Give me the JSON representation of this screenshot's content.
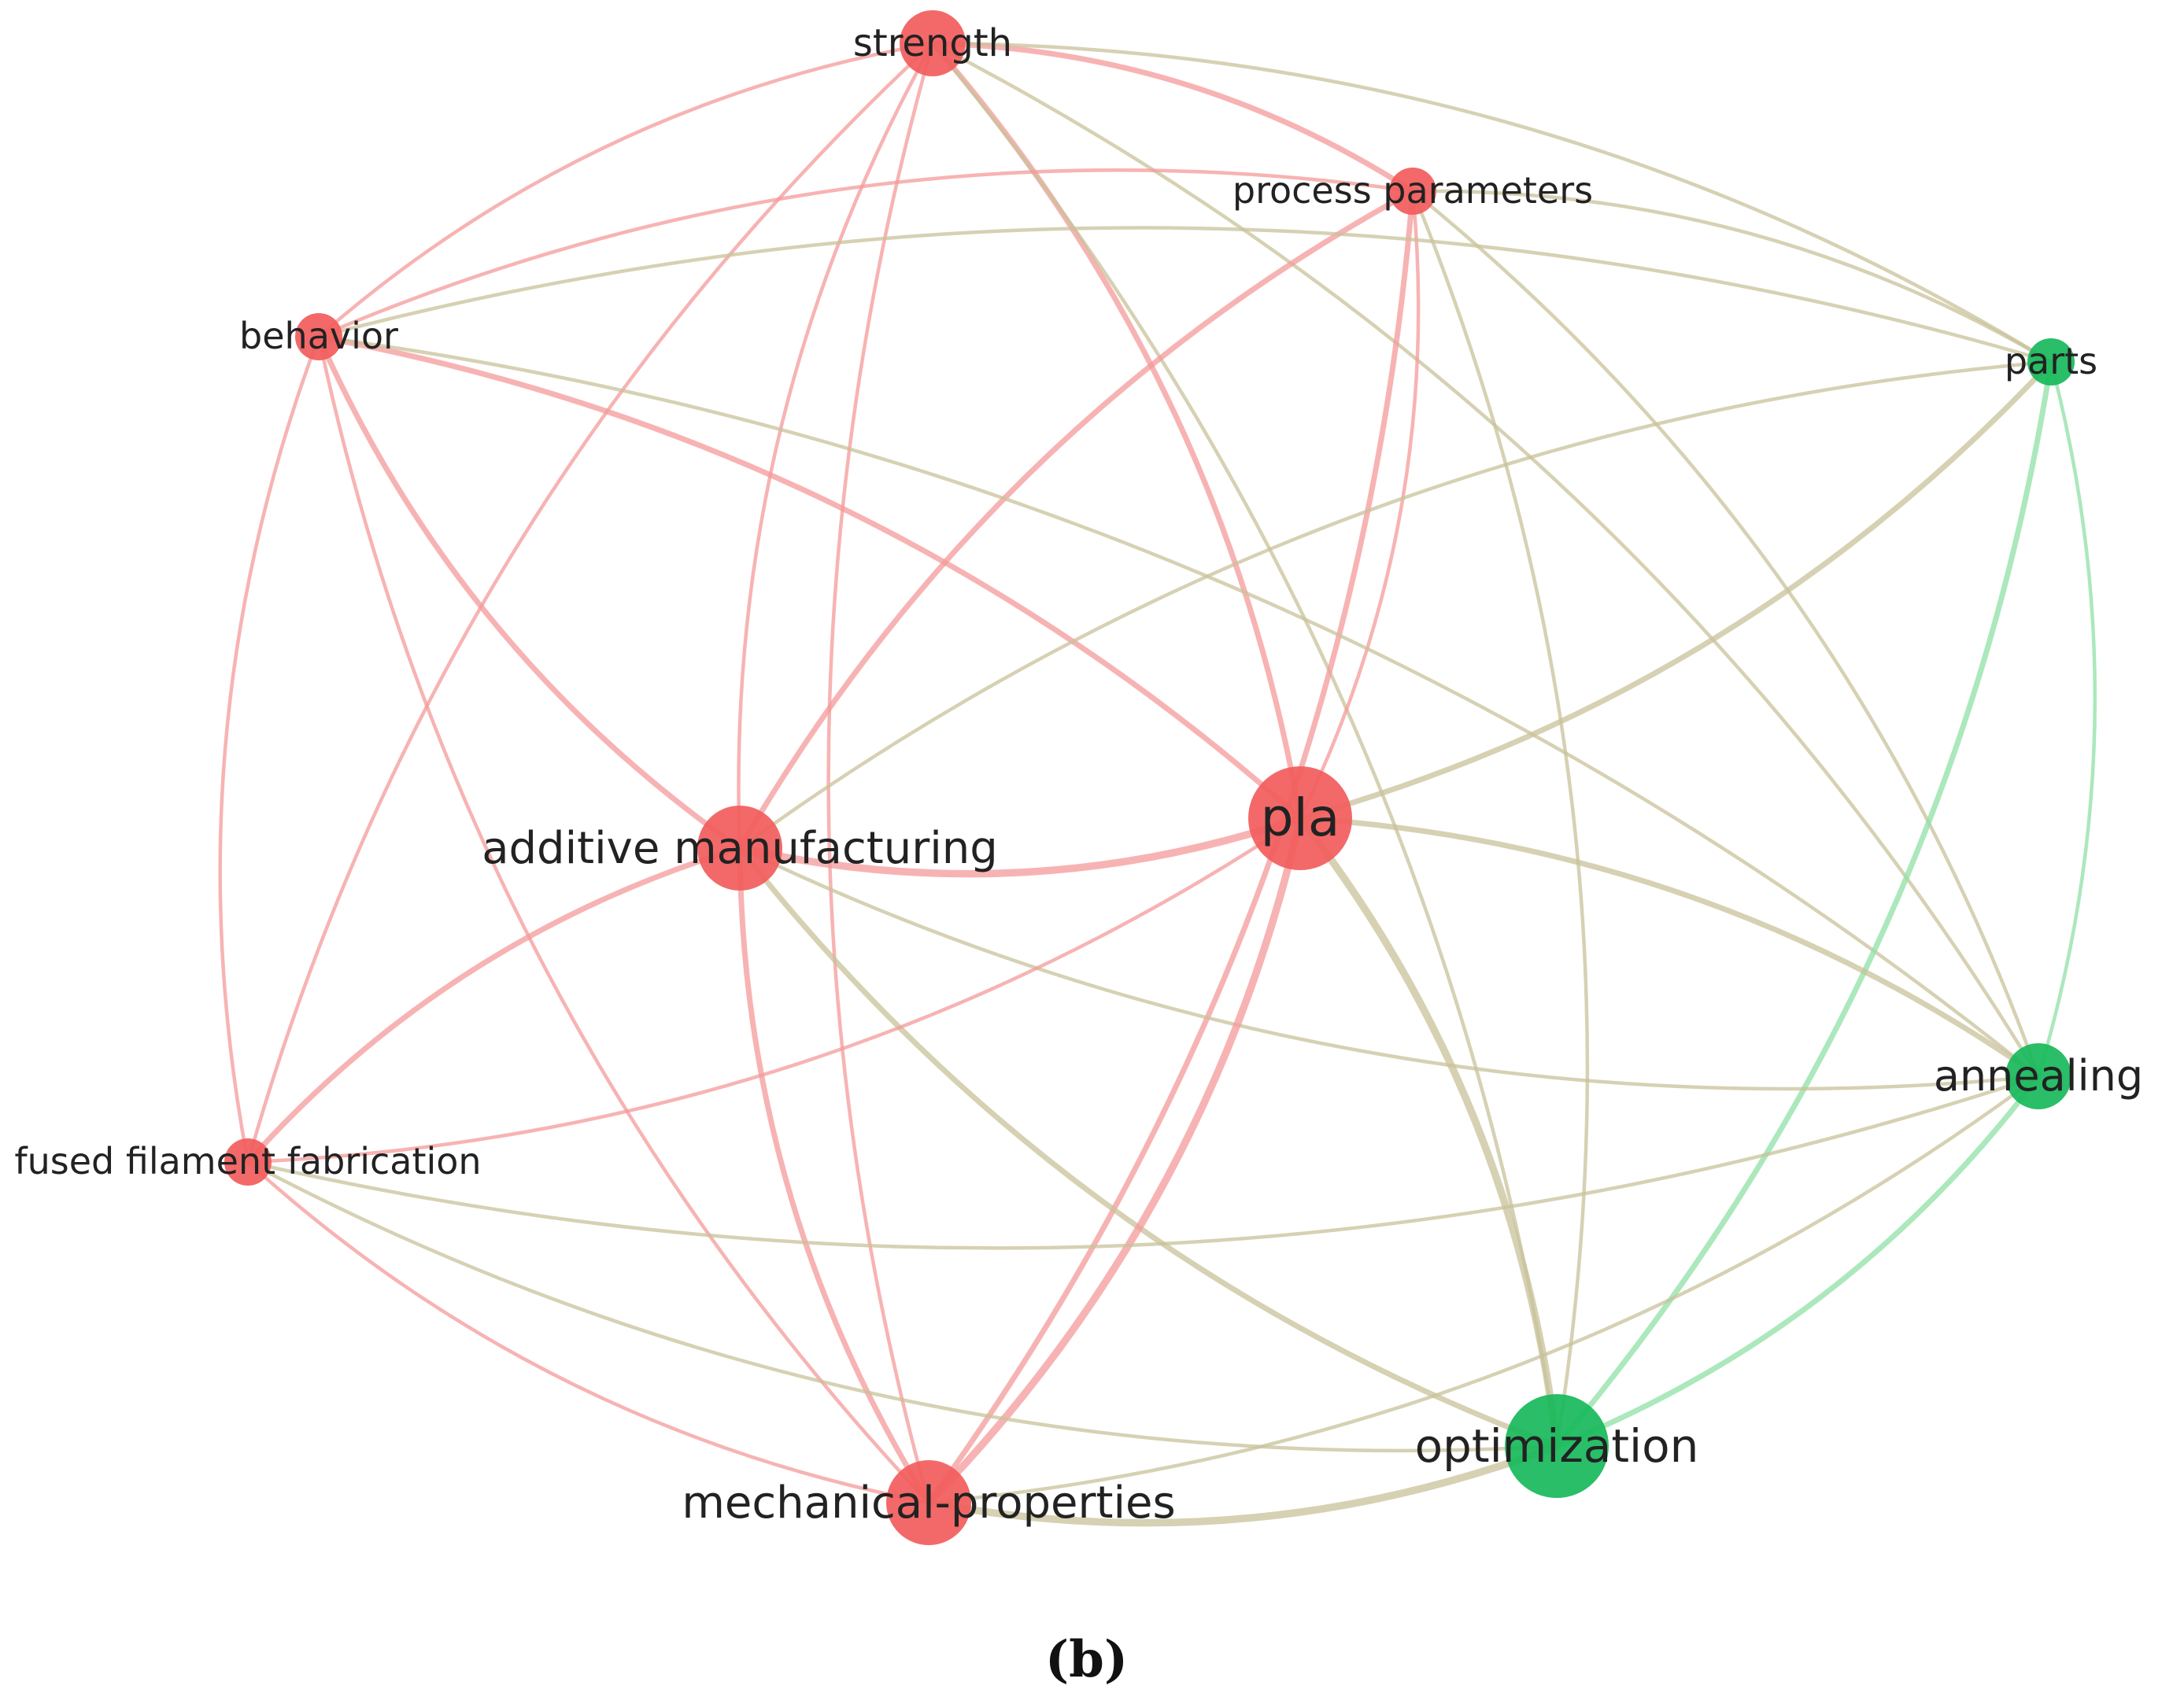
{
  "clusters": {
    "red": "#f25c5c",
    "green": "#17b85a"
  },
  "edge_colors": {
    "red_red": "#f49a9a",
    "green_green": "#8fe0a5",
    "mixed": "#c8c29a"
  },
  "nodes": [
    {
      "id": "strength",
      "label": "strength",
      "cluster": "red",
      "weight": 2
    },
    {
      "id": "process-parameters",
      "label": "process parameters",
      "cluster": "red",
      "weight": 1
    },
    {
      "id": "behavior",
      "label": "behavior",
      "cluster": "red",
      "weight": 1
    },
    {
      "id": "parts",
      "label": "parts",
      "cluster": "green",
      "weight": 1
    },
    {
      "id": "additive-manufacturing",
      "label": "additive manufacturing",
      "cluster": "red",
      "weight": 3
    },
    {
      "id": "pla",
      "label": "pla",
      "cluster": "red",
      "weight": 4
    },
    {
      "id": "annealing",
      "label": "annealing",
      "cluster": "green",
      "weight": 2
    },
    {
      "id": "fused-filament-fabrication",
      "label": "fused filament fabrication",
      "cluster": "red",
      "weight": 1
    },
    {
      "id": "optimization",
      "label": "optimization",
      "cluster": "green",
      "weight": 4
    },
    {
      "id": "mechanical-properties",
      "label": "mechanical-properties",
      "cluster": "red",
      "weight": 3
    }
  ],
  "edges": [
    {
      "source": "strength",
      "target": "process-parameters",
      "weight": 2
    },
    {
      "source": "strength",
      "target": "behavior",
      "weight": 1
    },
    {
      "source": "strength",
      "target": "parts",
      "weight": 1
    },
    {
      "source": "strength",
      "target": "additive-manufacturing",
      "weight": 1
    },
    {
      "source": "strength",
      "target": "pla",
      "weight": 2
    },
    {
      "source": "strength",
      "target": "annealing",
      "weight": 1
    },
    {
      "source": "strength",
      "target": "fused-filament-fabrication",
      "weight": 1
    },
    {
      "source": "strength",
      "target": "optimization",
      "weight": 1
    },
    {
      "source": "strength",
      "target": "mechanical-properties",
      "weight": 1
    },
    {
      "source": "process-parameters",
      "target": "behavior",
      "weight": 1
    },
    {
      "source": "process-parameters",
      "target": "parts",
      "weight": 1
    },
    {
      "source": "process-parameters",
      "target": "additive-manufacturing",
      "weight": 2
    },
    {
      "source": "process-parameters",
      "target": "pla",
      "weight": 1
    },
    {
      "source": "process-parameters",
      "target": "annealing",
      "weight": 1
    },
    {
      "source": "process-parameters",
      "target": "optimization",
      "weight": 1
    },
    {
      "source": "process-parameters",
      "target": "mechanical-properties",
      "weight": 2
    },
    {
      "source": "behavior",
      "target": "parts",
      "weight": 1
    },
    {
      "source": "behavior",
      "target": "additive-manufacturing",
      "weight": 2
    },
    {
      "source": "behavior",
      "target": "pla",
      "weight": 2
    },
    {
      "source": "behavior",
      "target": "annealing",
      "weight": 1
    },
    {
      "source": "behavior",
      "target": "fused-filament-fabrication",
      "weight": 1
    },
    {
      "source": "behavior",
      "target": "mechanical-properties",
      "weight": 1
    },
    {
      "source": "parts",
      "target": "pla",
      "weight": 2
    },
    {
      "source": "parts",
      "target": "annealing",
      "weight": 1
    },
    {
      "source": "parts",
      "target": "optimization",
      "weight": 2
    },
    {
      "source": "parts",
      "target": "additive-manufacturing",
      "weight": 1
    },
    {
      "source": "additive-manufacturing",
      "target": "pla",
      "weight": 3
    },
    {
      "source": "additive-manufacturing",
      "target": "annealing",
      "weight": 1
    },
    {
      "source": "additive-manufacturing",
      "target": "fused-filament-fabrication",
      "weight": 2
    },
    {
      "source": "additive-manufacturing",
      "target": "optimization",
      "weight": 2
    },
    {
      "source": "additive-manufacturing",
      "target": "mechanical-properties",
      "weight": 2
    },
    {
      "source": "pla",
      "target": "annealing",
      "weight": 2
    },
    {
      "source": "pla",
      "target": "fused-filament-fabrication",
      "weight": 1
    },
    {
      "source": "pla",
      "target": "optimization",
      "weight": 3
    },
    {
      "source": "pla",
      "target": "mechanical-properties",
      "weight": 3
    },
    {
      "source": "annealing",
      "target": "optimization",
      "weight": 2
    },
    {
      "source": "annealing",
      "target": "mechanical-properties",
      "weight": 1
    },
    {
      "source": "annealing",
      "target": "fused-filament-fabrication",
      "weight": 1
    },
    {
      "source": "fused-filament-fabrication",
      "target": "mechanical-properties",
      "weight": 1
    },
    {
      "source": "fused-filament-fabrication",
      "target": "optimization",
      "weight": 1
    },
    {
      "source": "optimization",
      "target": "mechanical-properties",
      "weight": 3
    }
  ],
  "caption": "(b)"
}
